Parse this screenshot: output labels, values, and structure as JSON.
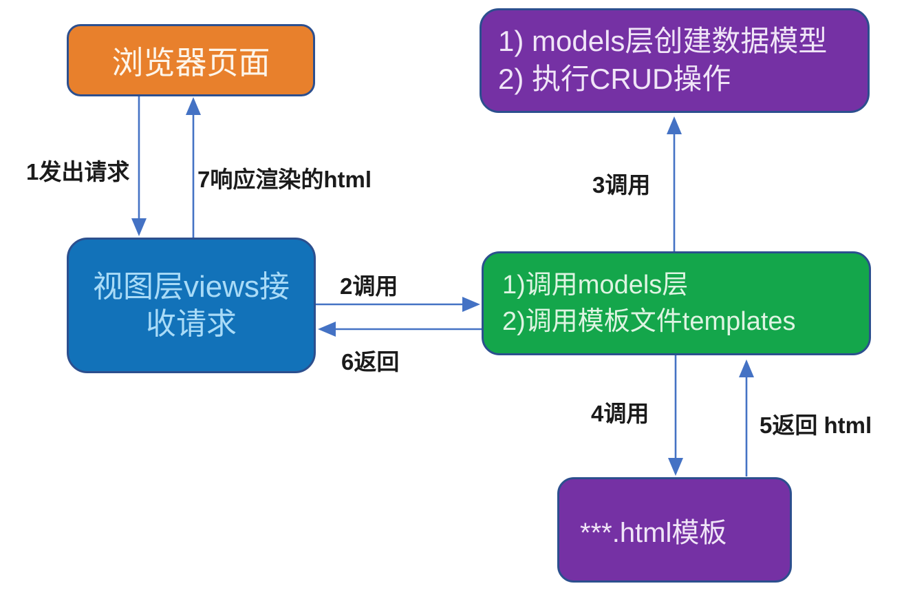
{
  "colors": {
    "background": "#ffffff",
    "orange_fill": "#e8802c",
    "blue_fill": "#1272b9",
    "purple_fill": "#7531a4",
    "green_fill": "#14a64b",
    "box_border": "#2c4f8e",
    "arrow": "#4472c4",
    "label_text": "#1b1b1b",
    "orange_text": "#fdf5ea",
    "blue_text": "#a9dbf7",
    "purple_text": "#f0e5f7",
    "green_text": "#def4e2"
  },
  "nodes": {
    "browser": {
      "label": "浏览器页面"
    },
    "views": {
      "line1": "视图层views接",
      "line2": "收请求"
    },
    "models": {
      "line1": "1) models层创建数据模型",
      "line2": "2) 执行CRUD操作"
    },
    "logic": {
      "line1": "1)调用models层",
      "line2": "2)调用模板文件templates"
    },
    "template": {
      "label": "***.html模板"
    }
  },
  "edges": {
    "e1": {
      "label": "1发出请求",
      "from": "browser",
      "to": "views"
    },
    "e2": {
      "label": "2调用",
      "from": "views",
      "to": "logic"
    },
    "e3": {
      "label": "3调用",
      "from": "logic",
      "to": "models"
    },
    "e4": {
      "label": "4调用",
      "from": "logic",
      "to": "template"
    },
    "e5": {
      "label": "5返回 html",
      "from": "template",
      "to": "logic"
    },
    "e6": {
      "label": "6返回",
      "from": "logic",
      "to": "views"
    },
    "e7": {
      "label": "7响应渲染的html",
      "from": "views",
      "to": "browser"
    }
  }
}
